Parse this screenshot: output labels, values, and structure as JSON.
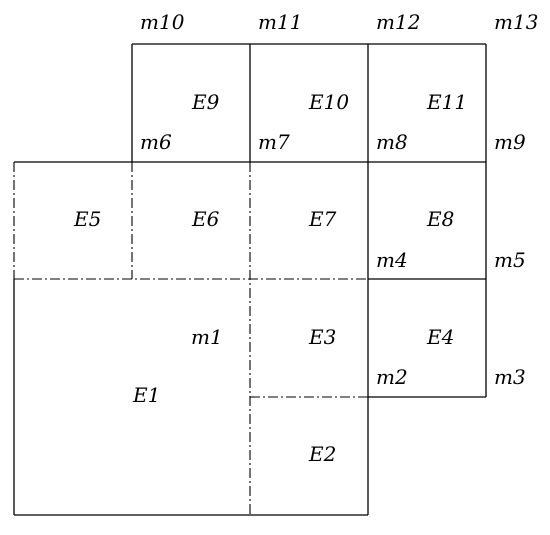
{
  "elements": {
    "E1": "E1",
    "E2": "E2",
    "E3": "E3",
    "E4": "E4",
    "E5": "E5",
    "E6": "E6",
    "E7": "E7",
    "E8": "E8",
    "E9": "E9",
    "E10": "E10",
    "E11": "E11"
  },
  "nodes": {
    "m1": "m1",
    "m2": "m2",
    "m3": "m3",
    "m4": "m4",
    "m5": "m5",
    "m6": "m6",
    "m7": "m7",
    "m8": "m8",
    "m9": "m9",
    "m10": "m10",
    "m11": "m11",
    "m12": "m12",
    "m13": "m13"
  }
}
